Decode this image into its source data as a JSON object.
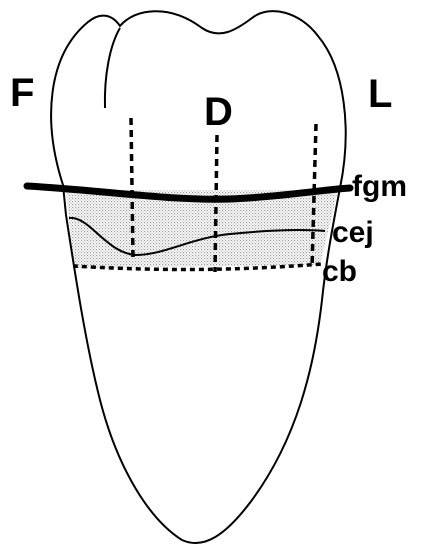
{
  "labels": {
    "facial": "F",
    "distal": "D",
    "lingual": "L",
    "fgm": "fgm",
    "cej": "cej",
    "cb": "cb"
  },
  "colors": {
    "ink": "#000000",
    "background": "#ffffff",
    "stipple": "#9a9a9a"
  }
}
